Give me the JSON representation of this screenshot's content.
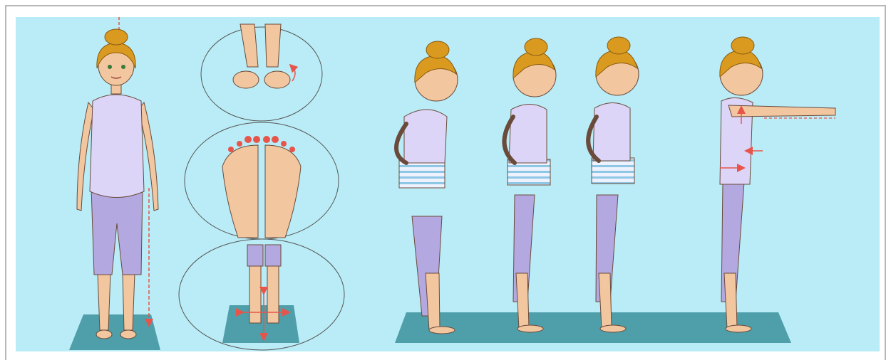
{
  "illustration": {
    "subject": "yoga-mountain-pose-alignment",
    "panel_color": "#b9ecf6",
    "mat_color": "#4f9faa",
    "hair_color": "#d99a1f",
    "skin_color": "#f2c7a0",
    "top_color": "#ddd5f8",
    "leggings_color": "#b4a8e0",
    "accent_arrow_color": "#e8544a",
    "figures": [
      {
        "view": "front"
      },
      {
        "view": "feet-detail"
      },
      {
        "view": "side-1"
      },
      {
        "view": "side-2"
      },
      {
        "view": "side-3"
      },
      {
        "view": "side-arms-forward"
      }
    ]
  }
}
